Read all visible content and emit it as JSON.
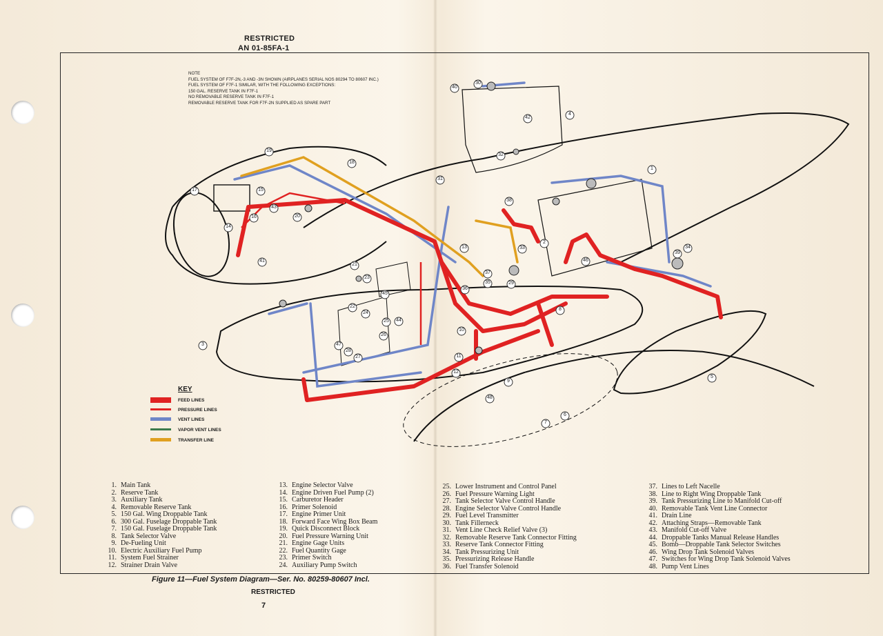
{
  "header": {
    "classification": "RESTRICTED",
    "doc_number": "AN 01-85FA-1"
  },
  "note_lines": [
    "NOTE",
    "FUEL SYSTEM OF F7F-2N,-3 AND -3N SHOWN (AIRPLANES SERIAL Nos 80294 TO 80607 INC.)",
    "FUEL SYSTEM OF F7F-1 SIMILAR, WITH THE FOLLOWING EXCEPTIONS:",
    "150 GAL. RESERVE TANK IN F7F-1",
    "NO REMOVABLE RESERVE TANK IN F7F-1",
    "REMOVABLE RESERVE TANK FOR F7F-2N SUPPLIED AS SPARE PART"
  ],
  "key": {
    "title": "KEY",
    "items": [
      {
        "label": "FEED LINES",
        "color": "#e02222"
      },
      {
        "label": "PRESSURE LINES",
        "color": "#e02222"
      },
      {
        "label": "VENT LINES",
        "color": "#6f86c8"
      },
      {
        "label": "VAPOR VENT LINES",
        "color": "#3b7a4c"
      },
      {
        "label": "TRANSFER LINE",
        "color": "#e0a020"
      }
    ]
  },
  "callouts": [
    "1",
    "2",
    "3",
    "4",
    "5",
    "6",
    "7",
    "8",
    "9",
    "10",
    "11",
    "12",
    "13",
    "14",
    "15",
    "16",
    "17",
    "18",
    "19",
    "20",
    "21",
    "22",
    "23",
    "24",
    "25",
    "26",
    "27",
    "28",
    "29",
    "30",
    "31",
    "32",
    "33",
    "34",
    "35",
    "36",
    "37",
    "38",
    "39",
    "40",
    "41",
    "42",
    "43",
    "44",
    "45",
    "46",
    "47",
    "48"
  ],
  "parts": [
    {
      "n": "1.",
      "t": "Main Tank"
    },
    {
      "n": "2.",
      "t": "Reserve Tank"
    },
    {
      "n": "3.",
      "t": "Auxiliary Tank"
    },
    {
      "n": "4.",
      "t": "Removable Reserve Tank"
    },
    {
      "n": "5.",
      "t": "150 Gal. Wing Droppable Tank"
    },
    {
      "n": "6.",
      "t": "300 Gal. Fuselage Droppable Tank"
    },
    {
      "n": "7.",
      "t": "150 Gal. Fuselage Droppable Tank"
    },
    {
      "n": "8.",
      "t": "Tank Selector Valve"
    },
    {
      "n": "9.",
      "t": "De-Fueling Unit"
    },
    {
      "n": "10.",
      "t": "Electric Auxiliary Fuel Pump"
    },
    {
      "n": "11.",
      "t": "System Fuel Strainer"
    },
    {
      "n": "12.",
      "t": "Strainer Drain Valve"
    },
    {
      "n": "13.",
      "t": "Engine Selector Valve"
    },
    {
      "n": "14.",
      "t": "Engine Driven Fuel Pump (2)"
    },
    {
      "n": "15.",
      "t": "Carburetor Header"
    },
    {
      "n": "16.",
      "t": "Primer Solenoid"
    },
    {
      "n": "17.",
      "t": "Engine Primer Unit"
    },
    {
      "n": "18.",
      "t": "Forward Face Wing Box Beam"
    },
    {
      "n": "19.",
      "t": "Quick Disconnect Block"
    },
    {
      "n": "20.",
      "t": "Fuel Pressure Warning Unit"
    },
    {
      "n": "21.",
      "t": "Engine Gage Units"
    },
    {
      "n": "22.",
      "t": "Fuel Quantity Gage"
    },
    {
      "n": "23.",
      "t": "Primer Switch"
    },
    {
      "n": "24.",
      "t": "Auxiliary Pump Switch"
    },
    {
      "n": "25.",
      "t": "Lower Instrument and Control Panel"
    },
    {
      "n": "26.",
      "t": "Fuel Pressure Warning Light"
    },
    {
      "n": "27.",
      "t": "Tank Selector Valve Control Handle"
    },
    {
      "n": "28.",
      "t": "Engine Selector Valve Control Handle"
    },
    {
      "n": "29.",
      "t": "Fuel Level Transmitter"
    },
    {
      "n": "30.",
      "t": "Tank Fillerneck"
    },
    {
      "n": "31.",
      "t": "Vent Line Check Relief Valve (3)"
    },
    {
      "n": "32.",
      "t": "Removable Reserve Tank Connector Fitting"
    },
    {
      "n": "33.",
      "t": "Reserve Tank Connector Fitting"
    },
    {
      "n": "34.",
      "t": "Tank Pressurizing Unit"
    },
    {
      "n": "35.",
      "t": "Pressurizing Release Handle"
    },
    {
      "n": "36.",
      "t": "Fuel Transfer Solenoid"
    },
    {
      "n": "37.",
      "t": "Lines to Left Nacelle"
    },
    {
      "n": "38.",
      "t": "Line to Right Wing Droppable Tank"
    },
    {
      "n": "39.",
      "t": "Tank Pressurizing Line to Manifold Cut-off"
    },
    {
      "n": "40.",
      "t": "Removable Tank Vent Line Connector"
    },
    {
      "n": "41.",
      "t": "Drain Line"
    },
    {
      "n": "42.",
      "t": "Attaching Straps—Removable Tank"
    },
    {
      "n": "43.",
      "t": "Manifold Cut-off Valve"
    },
    {
      "n": "44.",
      "t": "Droppable Tanks Manual Release Handles"
    },
    {
      "n": "45.",
      "t": "Bomb—Droppable Tank Selector Switches"
    },
    {
      "n": "46.",
      "t": "Wing Drop Tank Solenoid Valves"
    },
    {
      "n": "47.",
      "t": "Switches for Wing Drop Tank Solenoid Valves"
    },
    {
      "n": "48.",
      "t": "Pump Vent Lines"
    }
  ],
  "caption": "Figure 11—Fuel System Diagram—Ser. No. 80259-80607 Incl.",
  "footer": {
    "classification": "RESTRICTED",
    "page_number": "7"
  }
}
